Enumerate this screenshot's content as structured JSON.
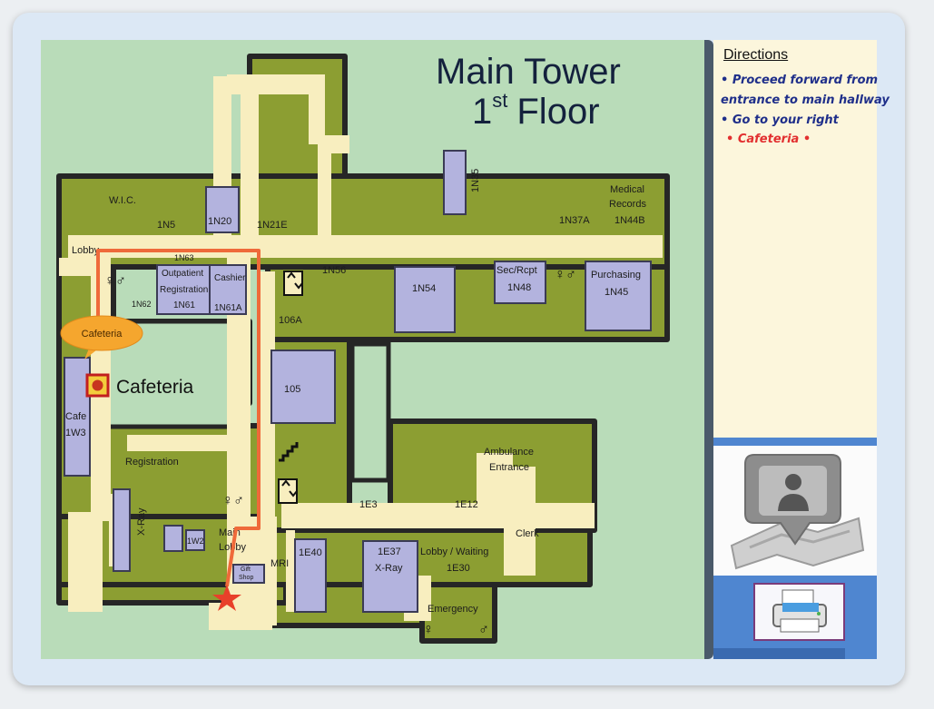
{
  "map": {
    "title_line1": "Main Tower",
    "title_line2_num": "1",
    "title_line2_sup": "st",
    "title_line2_rest": "Floor",
    "rooms": {
      "wic": "W.I.C.",
      "n5": "1N5",
      "n20": "1N20",
      "n21e": "1N21E",
      "n35": "1N35",
      "med1": "Medical",
      "med2": "Records",
      "n37a": "1N37A",
      "n44b": "1N44B",
      "lobby": "Lobby",
      "n63": "1N63",
      "outpt1": "Outpatient",
      "outpt2": "Registration",
      "n61": "1N61",
      "cashier": "Cashier",
      "n61a": "1N61A",
      "n62": "1N62",
      "n56": "1N56",
      "n54": "1N54",
      "sec1": "Sec/Rcpt",
      "n48": "1N48",
      "purch": "Purchasing",
      "n45": "1N45",
      "r106a": "106A",
      "r105": "105",
      "cafe1": "Cafe",
      "w3": "1W3",
      "registration": "Registration",
      "xray_w": "X-Ray",
      "w2": "1W2",
      "main1": "Main",
      "main2": "Lobby",
      "gift1": "Gift",
      "gift2": "Shop",
      "mri": "MRI",
      "e40": "1E40",
      "e37": "1E37",
      "xray_e": "X-Ray",
      "lobwait": "Lobby / Waiting",
      "e30": "1E30",
      "amb1": "Ambulance",
      "amb2": "Entrance",
      "e3": "1E3",
      "e12": "1E12",
      "clerk": "Clerk",
      "emergency": "Emergency"
    },
    "callout_bubble": "Cafeteria",
    "destination_label": "Cafeteria",
    "colors": {
      "building": "#8c9e32",
      "corridor": "#f8eebf",
      "room": "#b3b3de",
      "wall": "#262626",
      "route": "#ef6a3a",
      "ground": "#b9dcb9"
    }
  },
  "directions": {
    "heading": "Directions",
    "steps": [
      "• Proceed forward from",
      "entrance to main hallway",
      "• Go to your right"
    ],
    "destination": "• Cafeteria •"
  },
  "icons": {
    "location": "map-pin-person-icon",
    "print": "printer-icon"
  }
}
